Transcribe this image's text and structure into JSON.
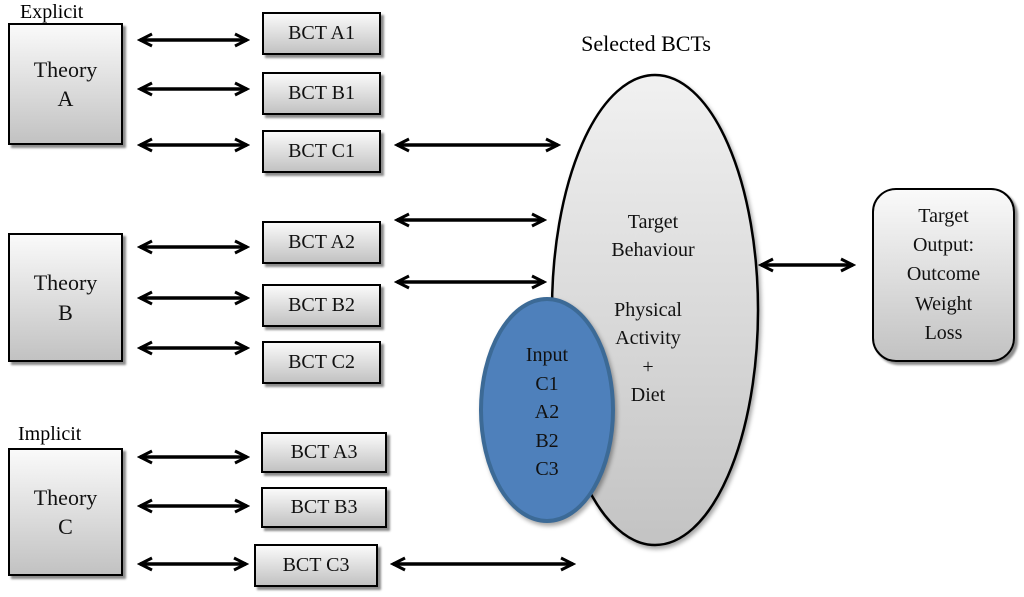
{
  "diagram": {
    "labels": {
      "explicit": "Explicit",
      "implicit": "Implicit",
      "selected_bcts": "Selected BCTs"
    },
    "theories": [
      {
        "name": "Theory A",
        "text": "Theory\nA"
      },
      {
        "name": "Theory B",
        "text": "Theory\nB"
      },
      {
        "name": "Theory C",
        "text": "Theory\nC"
      }
    ],
    "bcts": [
      {
        "label": "BCT A1"
      },
      {
        "label": "BCT B1"
      },
      {
        "label": "BCT C1"
      },
      {
        "label": "BCT A2"
      },
      {
        "label": "BCT B2"
      },
      {
        "label": "BCT C2"
      },
      {
        "label": "BCT A3"
      },
      {
        "label": "BCT B3"
      },
      {
        "label": "BCT C3"
      }
    ],
    "selected_ellipse": {
      "behaviour_text": "Target\nBehaviour",
      "activity_text": "Physical\nActivity\n+\nDiet"
    },
    "input_ellipse": {
      "text": "Input\nC1\nA2\nB2\nC3"
    },
    "output_box": {
      "text": "Target\nOutput:\nOutcome\nWeight\nLoss"
    },
    "colors": {
      "box_gradient_top": "#fafafa",
      "box_gradient_bottom": "#c2c2c2",
      "ellipse_gray_top": "#f1f1f1",
      "ellipse_gray_bottom": "#c3c3c3",
      "input_fill": "#4e80bb",
      "input_border": "#3c6a96",
      "arrow": "#000000"
    }
  }
}
